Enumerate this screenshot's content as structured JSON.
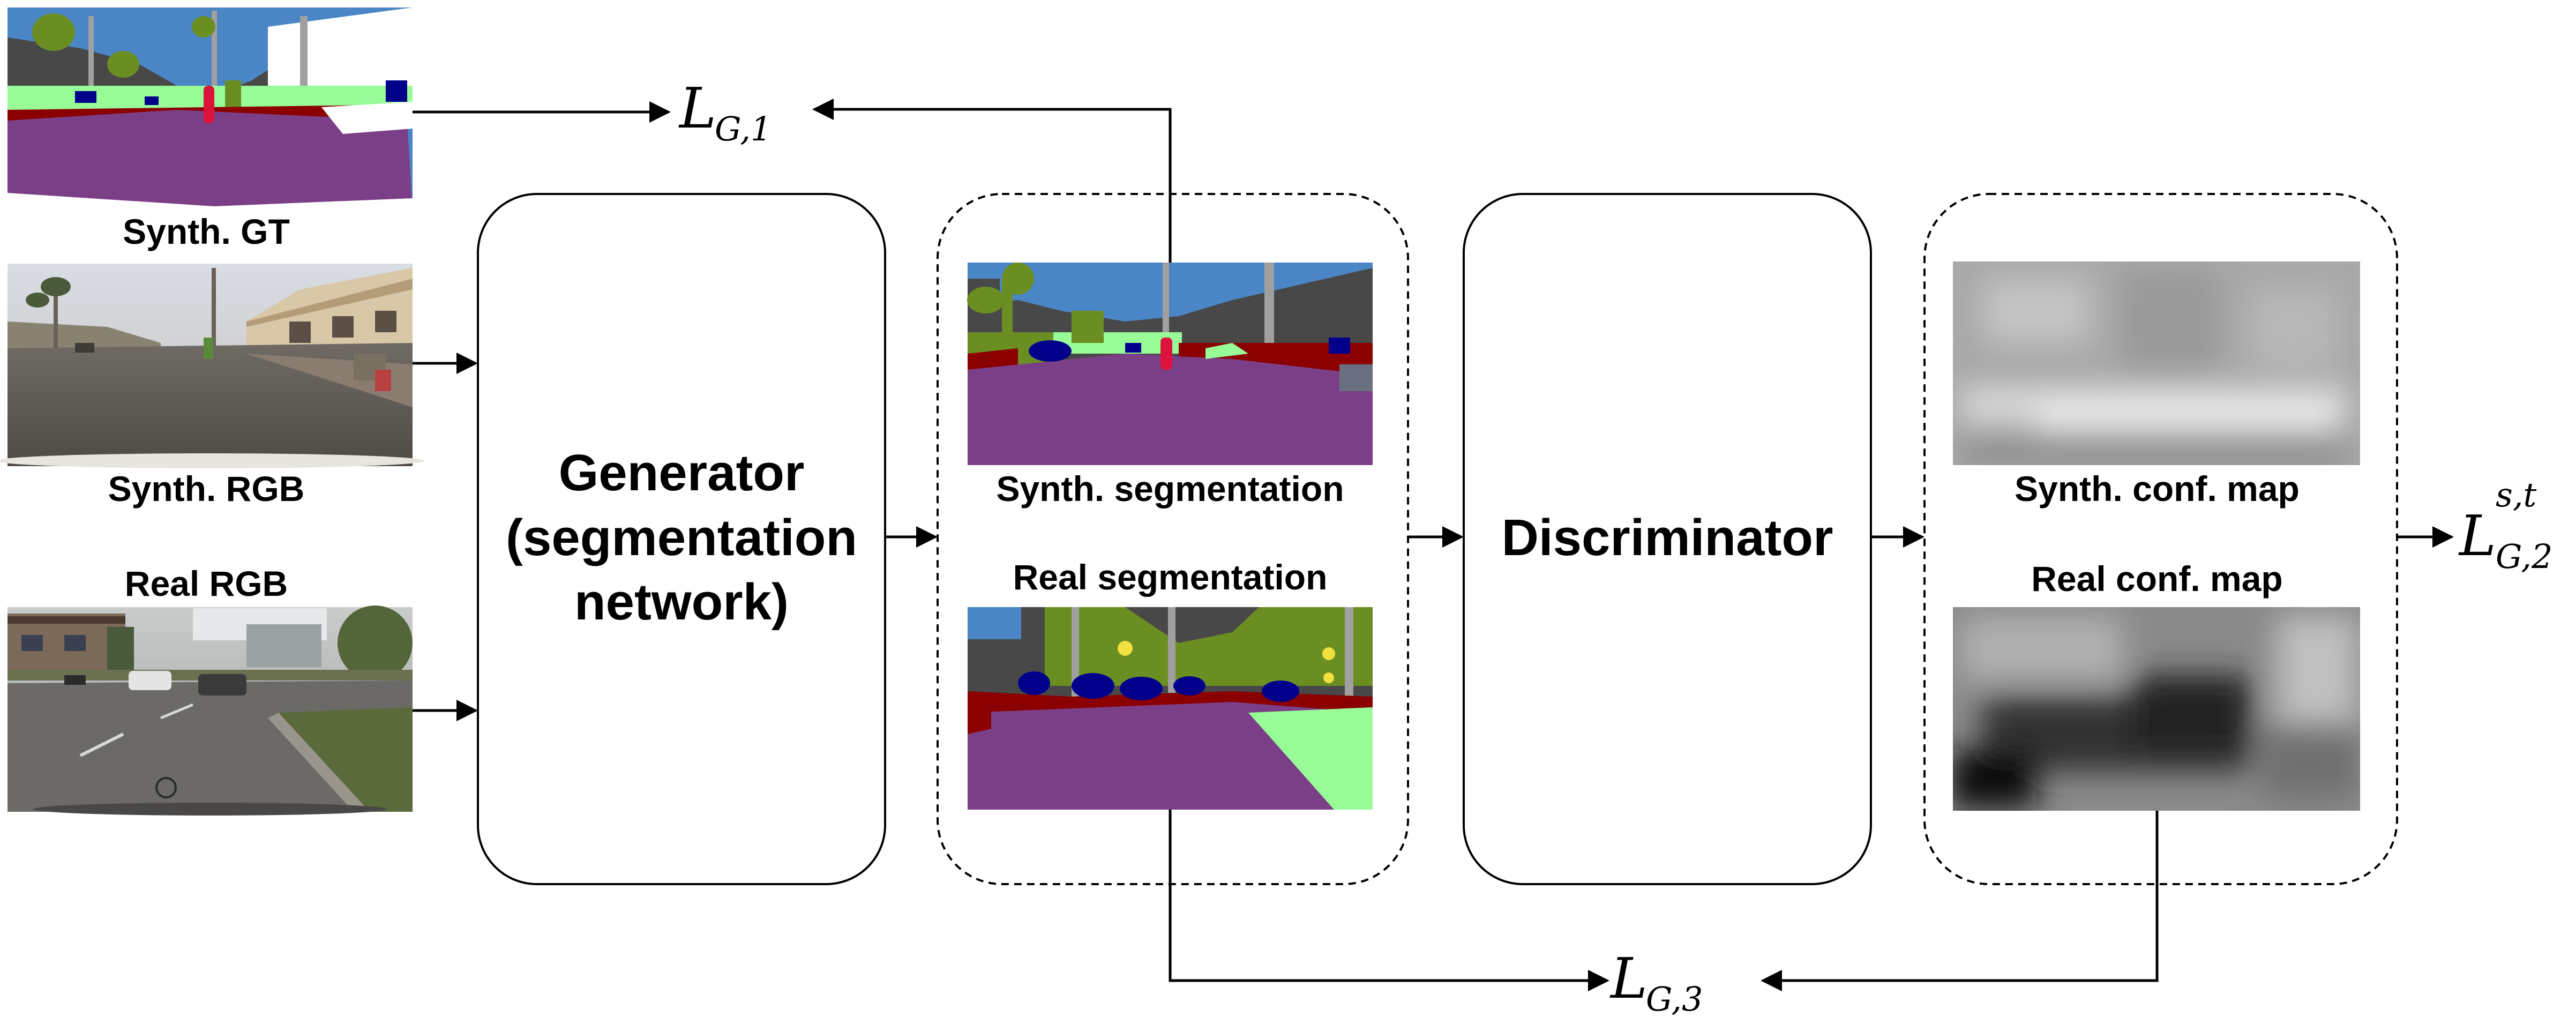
{
  "inputs": {
    "synth_gt": "Synth. GT",
    "synth_rgb": "Synth. RGB",
    "real_rgb": "Real RGB"
  },
  "generator": {
    "line1": "Generator",
    "line2": "(segmentation",
    "line3": "network)"
  },
  "segmentation": {
    "synth": "Synth. segmentation",
    "real": "Real segmentation"
  },
  "discriminator": {
    "label": "Discriminator"
  },
  "confidence": {
    "synth": "Synth. conf. map",
    "real": "Real conf. map"
  },
  "losses": {
    "g1": {
      "main": "L",
      "sub": "G,1"
    },
    "g3": {
      "main": "L",
      "sub": "G,3"
    },
    "g2": {
      "main": "L",
      "sub": "G,2",
      "sup": "s,t"
    }
  },
  "palette": {
    "road": "#7b3f87",
    "sky": "#4a86c6",
    "building": "#484848",
    "vegetation": "#6b8e23",
    "sidewalk": "#8b0000",
    "terrain": "#98fb98",
    "car": "#00008b",
    "pole": "#a0a0a0",
    "person": "#dc143c",
    "sign": "#f0e040"
  }
}
